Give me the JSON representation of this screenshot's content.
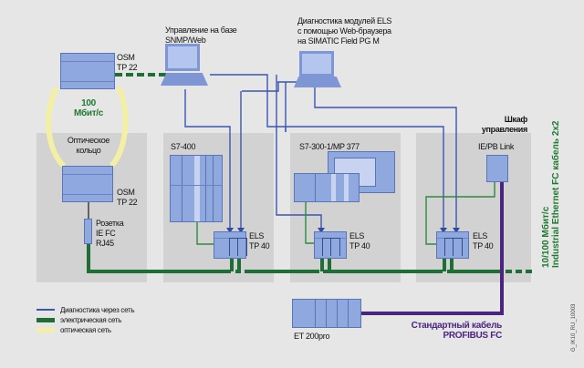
{
  "diagram": {
    "title": "Industrial Ethernet network with ELS switches",
    "colors": {
      "diagnostic_line": "#3a56b0",
      "electrical_line": "#1f6e35",
      "optical_line": "#f3f0a6",
      "profibus_line": "#4b2480",
      "device_fill": "#8fa8dd",
      "panel_fill": "#d2d2d2",
      "background": "#e6e6e6"
    },
    "labels": {
      "snmp_management": [
        "Управление на базе",
        "SNMP/Web"
      ],
      "els_diagnostics": [
        "Диагностика модулей ELS",
        "с помощью Web-браузера",
        "на SIMATIC Field PG M"
      ],
      "osm_top": [
        "OSM",
        "TP 22"
      ],
      "osm_bottom": [
        "OSM",
        "TP 22"
      ],
      "speed_ring": [
        "100",
        "Мбит/с"
      ],
      "optical_ring": [
        "Оптическое",
        "кольцо"
      ],
      "socket": [
        "Розетка",
        "IE FC",
        "RJ45"
      ],
      "s7_400": "S7-400",
      "s7_300": "S7-300-1/MP 377",
      "cabinet": [
        "Шкаф",
        "управления"
      ],
      "ie_pb_link": "IE/PB Link",
      "els_1": [
        "ELS",
        "TP 40"
      ],
      "els_2": [
        "ELS",
        "TP 40"
      ],
      "els_3": [
        "ELS",
        "TP 40"
      ],
      "ethernet_cable": [
        "10/100 Мбит/с",
        "Industrial Ethernet FC кабель 2x2"
      ],
      "et200pro": "ET 200pro",
      "profibus_cable": [
        "Стандартный кабель",
        "PROFIBUS FC"
      ],
      "figure_id": "G_IK10_RU_10003"
    },
    "legend": [
      {
        "label": "Диагностика через сеть",
        "type": "diagnostic"
      },
      {
        "label": "электрическая сеть",
        "type": "electrical"
      },
      {
        "label": "оптическая сеть",
        "type": "optical"
      }
    ]
  }
}
